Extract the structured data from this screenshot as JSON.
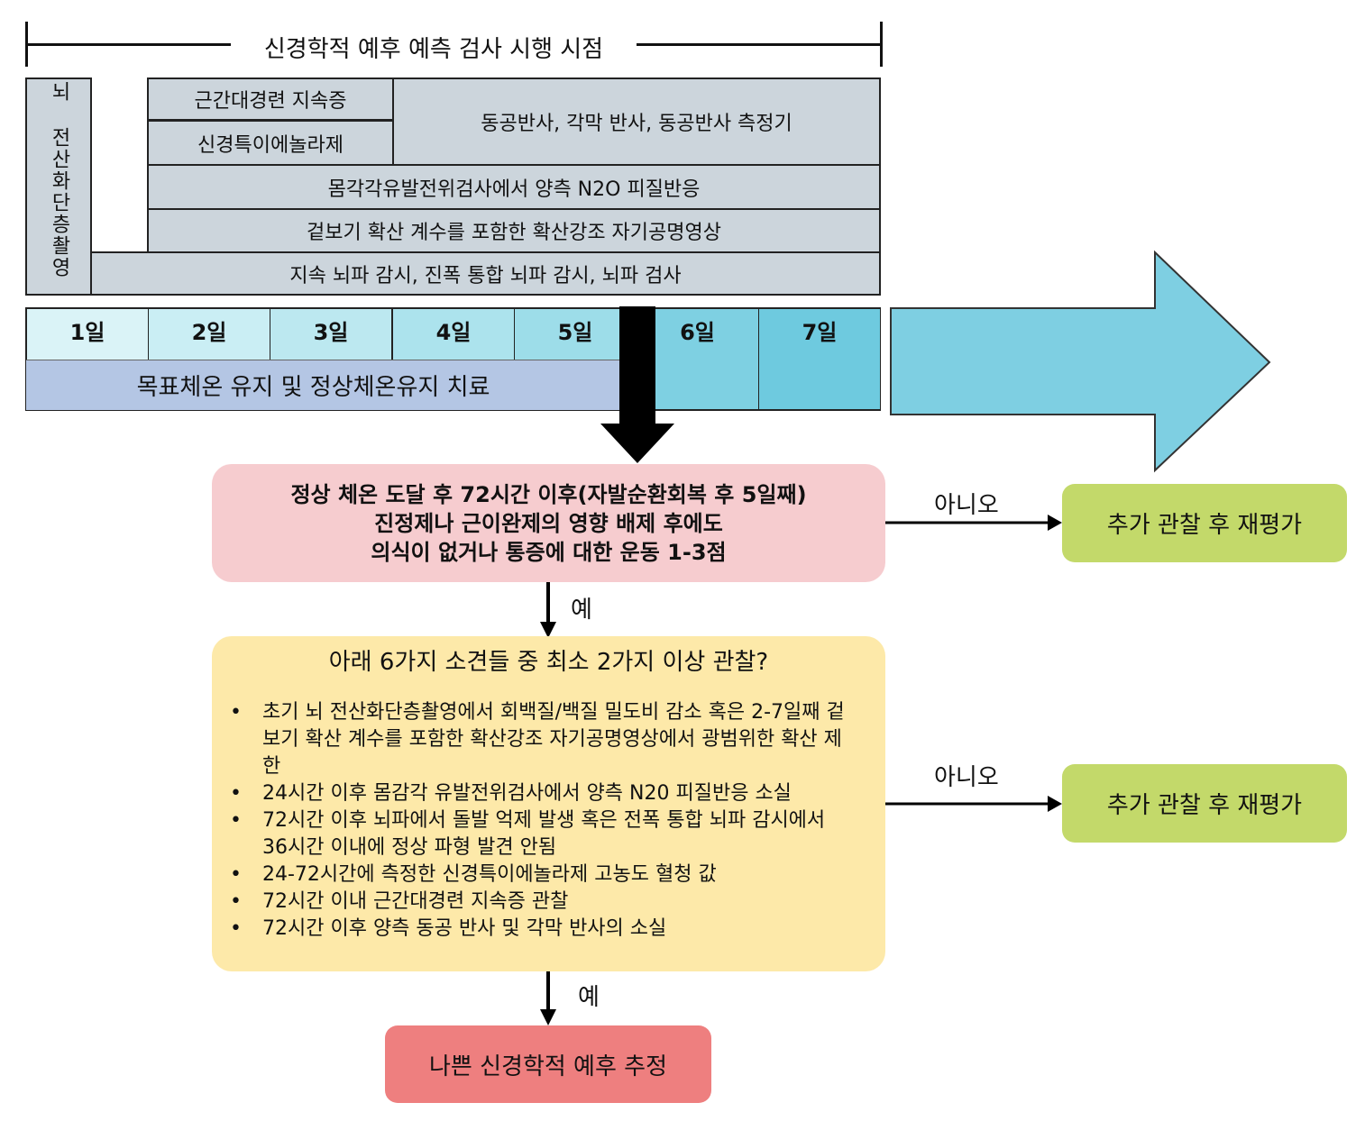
{
  "header": {
    "title": "신경학적 예후 예측 검사 시행 시점"
  },
  "ct_label": "뇌 전산화단층촬영",
  "tests": {
    "row1_left": "근간대경련 지속증",
    "row2_left": "신경특이에놀라제",
    "right_merged": "동공반사, 각막 반사, 동공반사 측정기",
    "row3": "몸각각유발전위검사에서 양측 N2O 피질반응",
    "row4": "겉보기 확산 계수를 포함한 확산강조 자기공명영상",
    "row5": "지속 뇌파 감시, 진폭 통합 뇌파 감시, 뇌파 검사"
  },
  "days": [
    "1일",
    "2일",
    "3일",
    "4일",
    "5일",
    "6일",
    "7일"
  ],
  "temp_bar": "목표체온 유지 및 정상체온유지 치료",
  "q1": {
    "lines": [
      "정상 체온 도달 후 72시간 이후(자발순환회복 후 5일째)",
      "진정제나 근이완제의 영향 배제 후에도",
      "의식이 없거나 통증에 대한 운동 1-3점"
    ]
  },
  "no_label": "아니오",
  "yes_label": "예",
  "reassess": "추가 관찰 후 재평가",
  "q2": {
    "title": "아래 6가지 소견들 중 최소 2가지 이상 관찰?",
    "items": [
      "초기 뇌 전산화단층촬영에서 회백질/백질 밀도비 감소 혹은 2-7일째 겉보기 확산 계수를 포함한 확산강조 자기공명영상에서 광범위한 확산 제한",
      "24시간 이후 몸감각 유발전위검사에서 양측 N20 피질반응 소실",
      "72시간 이후 뇌파에서 돌발 억제 발생 혹은 전폭 통합 뇌파 감시에서 36시간 이내에 정상 파형 발견 안됨",
      "24-72시간에 측정한 신경특이에놀라제 고농도 혈청 값",
      "72시간 이내 근간대경련 지속증 관찰",
      "72시간 이후 양측 동공 반사 및 각막 반사의 소실"
    ]
  },
  "result": "나쁜 신경학적 예후 추정",
  "colors": {
    "test_fill": "#ccd5dc",
    "temp_fill": "#b4c6e4",
    "arrow_fill": "#7ecfe2",
    "q1_fill": "#f6cccf",
    "q2_fill": "#fde9a9",
    "reassess_fill": "#c3d96a",
    "result_fill": "#ee7f7f"
  }
}
